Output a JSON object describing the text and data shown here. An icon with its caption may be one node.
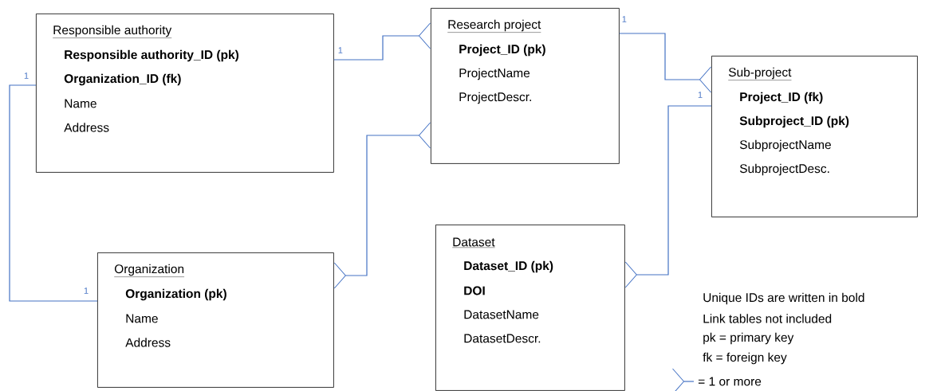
{
  "diagram": {
    "nodes": [
      {
        "text": [
          "Responsible authority",
          "**Responsible authority_ID (pk)**",
          "**Organization_ID (fk)**",
          "Name",
          "Address"
        ]
      },
      {
        "text": [
          "Research project",
          "**Project_ID (pk)**",
          "ProjectName",
          "ProjectDescr."
        ]
      },
      {
        "text": [
          "Sub-project",
          "**Project_ID (fk)**",
          "**Subproject_ID (pk)**",
          "SubprojectName",
          "SubprojectDesc."
        ]
      },
      {
        "text": [
          "Organization",
          "**Organization (pk)**",
          "Name",
          "Address"
        ]
      },
      {
        "text": [
          "Dataset",
          "**Dataset_ID (pk)**",
          "**DOI**",
          "DatasetName",
          "DatasetDescr."
        ]
      }
    ],
    "edges": [
      {
        "from": 0,
        "to": 1,
        "arrow": "other",
        "label": "1"
      },
      {
        "from": 0,
        "to": 3,
        "arrow": "none",
        "label": "1"
      },
      {
        "from": 3,
        "to": 1,
        "arrow": "other"
      },
      {
        "from": 1,
        "to": 2,
        "arrow": "other",
        "label": "1"
      },
      {
        "from": 2,
        "to": 4,
        "arrow": "other",
        "label": "1"
      }
    ],
    "labels": [
      "1",
      "Unique IDs are written in bold",
      "Link tables not included",
      "pk = primary key",
      "fk = foreign key"
    ],
    "legend": [
      {
        "text": "= 1 or more"
      }
    ]
  }
}
